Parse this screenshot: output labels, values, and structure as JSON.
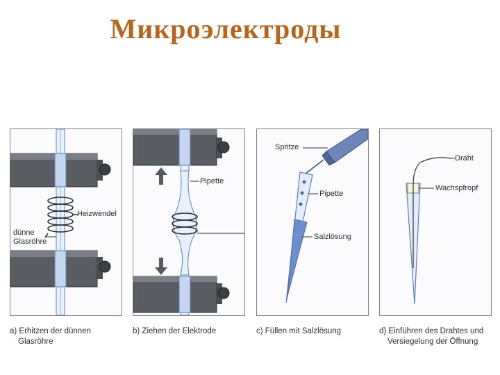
{
  "title": "Микроэлектроды",
  "colors": {
    "title": "#b5651d",
    "glass": "#dbe8f8",
    "glass_edge": "#5d7fb4",
    "block": "#5a5e63",
    "block_dark": "#3c3f43",
    "solution": "#6d8fcf"
  },
  "panel_a": {
    "labels": {
      "heizwendel": "Heizwendel",
      "glass_line1": "dünne",
      "glass_line2": "Glasröhre"
    },
    "caption_line1": "a) Erhitzen der dünnen",
    "caption_line2": "Glasröhre"
  },
  "panel_b": {
    "labels": {
      "pipette": "Pipette"
    },
    "caption": "b) Ziehen der Elektrode"
  },
  "panel_c": {
    "labels": {
      "spritze": "Spritze",
      "pipette": "Pipette",
      "salzlosung": "Salzlösung"
    },
    "caption": "c) Füllen mit Salzlösung"
  },
  "panel_d": {
    "labels": {
      "draht": "Draht",
      "wachspfropf": "Wachspfropf"
    },
    "caption_line1": "d) Einführen des Drahtes und",
    "caption_line2": "Versiegelung der Öffnung"
  },
  "icons": [
    "heating-coil-icon",
    "up-arrow-icon",
    "down-arrow-icon",
    "syringe-icon",
    "pipette-icon",
    "wire-icon"
  ]
}
